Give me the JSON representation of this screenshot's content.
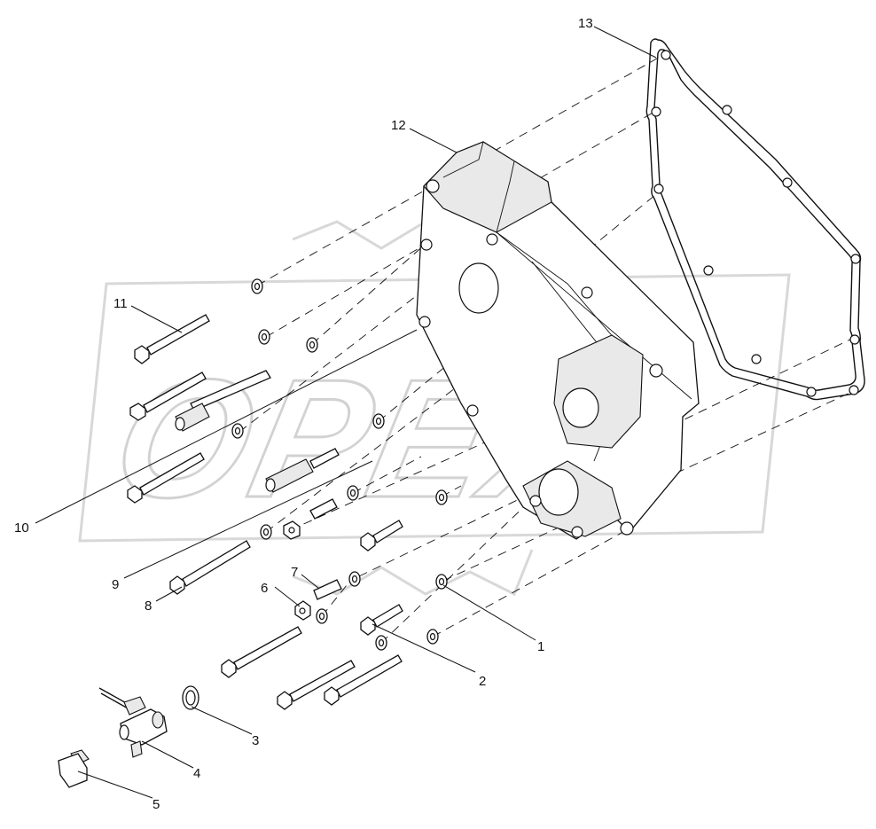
{
  "watermark": {
    "text": "OPEX"
  },
  "callouts": [
    {
      "id": "1",
      "label": "1"
    },
    {
      "id": "2",
      "label": "2"
    },
    {
      "id": "3",
      "label": "3"
    },
    {
      "id": "4",
      "label": "4"
    },
    {
      "id": "5",
      "label": "5"
    },
    {
      "id": "6",
      "label": "6"
    },
    {
      "id": "7",
      "label": "7"
    },
    {
      "id": "8",
      "label": "8"
    },
    {
      "id": "9",
      "label": "9"
    },
    {
      "id": "10",
      "label": "10"
    },
    {
      "id": "11",
      "label": "11"
    },
    {
      "id": "12",
      "label": "12"
    },
    {
      "id": "13",
      "label": "13"
    }
  ],
  "colors": {
    "line": "#111111",
    "watermark": "#d2d2d2",
    "background": "#ffffff"
  }
}
